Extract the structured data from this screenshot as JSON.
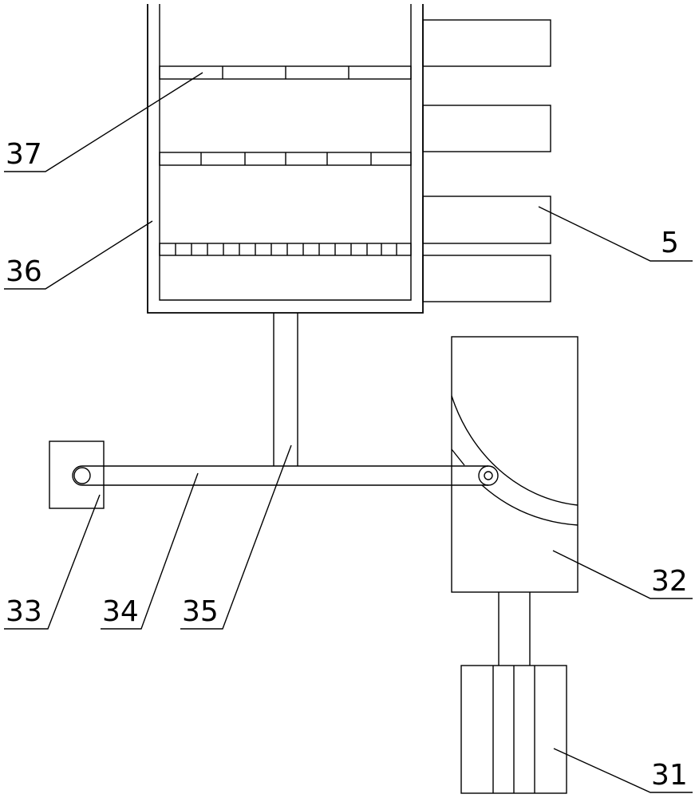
{
  "labels": {
    "l37": "37",
    "l36": "36",
    "l5": "5",
    "l33": "33",
    "l34": "34",
    "l35": "35",
    "l32": "32",
    "l31": "31"
  }
}
